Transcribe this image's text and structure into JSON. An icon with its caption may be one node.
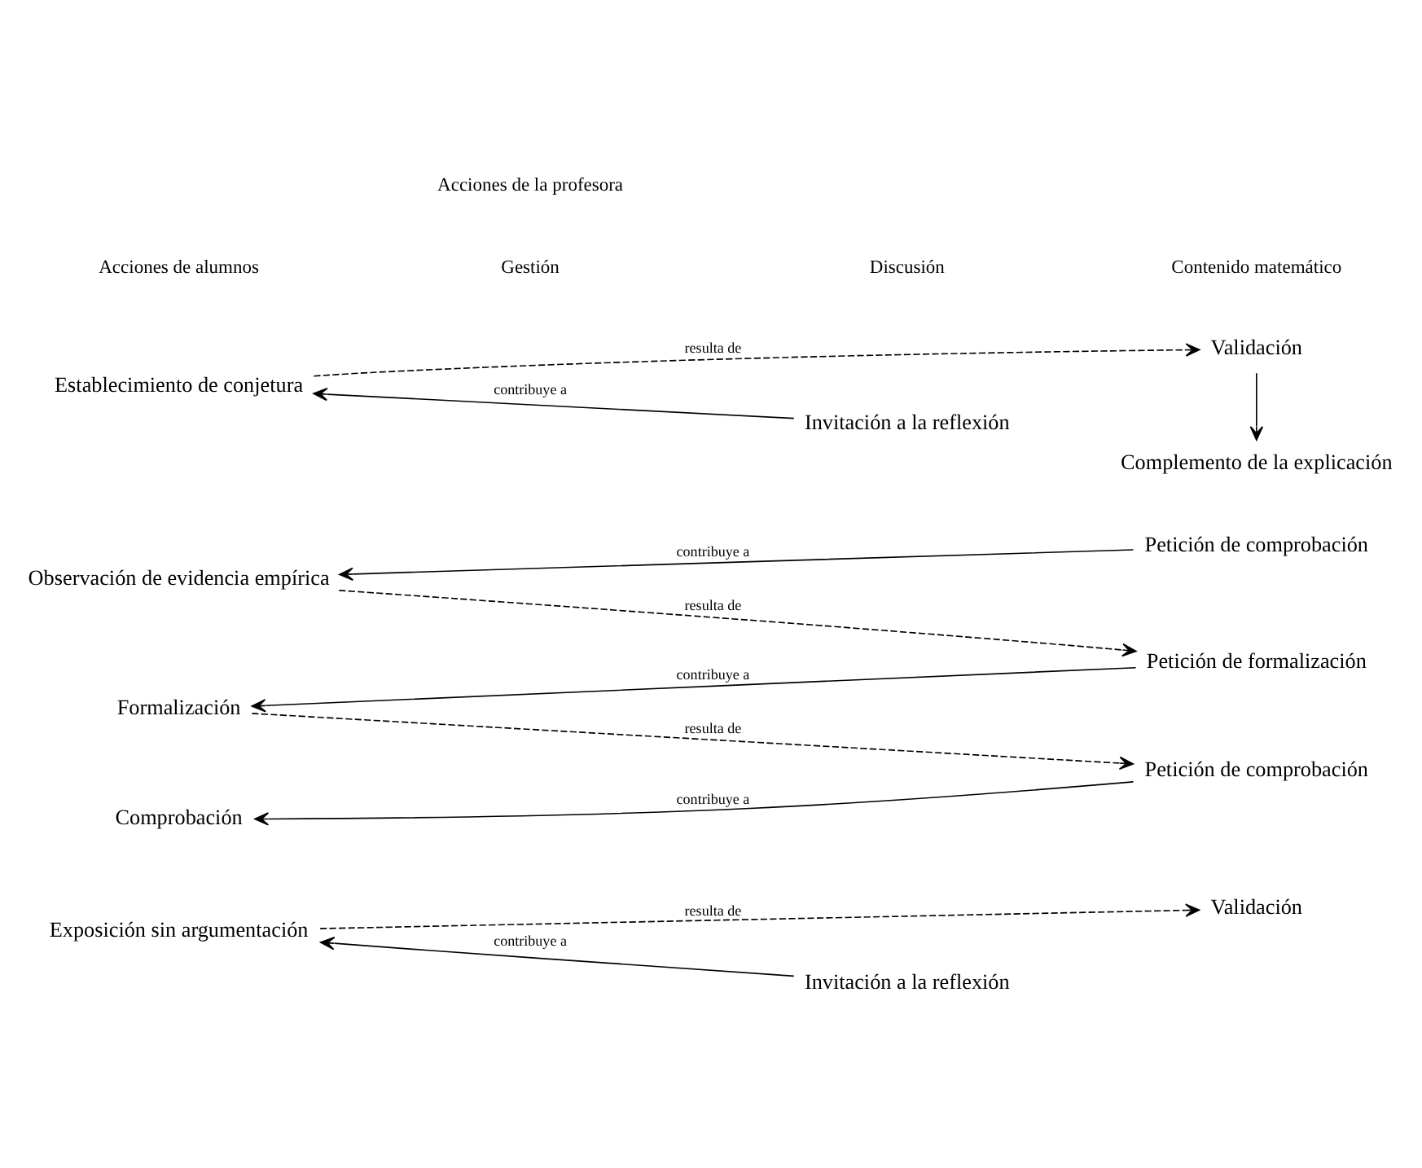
{
  "diagram": {
    "nodes": [
      {
        "text": [
          "Exposición sin argumentación"
        ]
      },
      {
        "text": [
          "Observación de evidencia empírica"
        ]
      },
      {
        "text": [
          "Formalización"
        ]
      },
      {
        "text": [
          "Comprobación"
        ]
      },
      {
        "text": [
          "Establecimiento de conjetura"
        ]
      },
      {
        "text": [
          "Invitación a la reflexión"
        ]
      },
      {
        "text": [
          "Validación"
        ]
      },
      {
        "text": [
          "Petición de comprobación"
        ]
      },
      {
        "text": [
          "Petición de formalización"
        ]
      },
      {
        "text": [
          "Petición de comprobación"
        ]
      },
      {
        "text": [
          "Invitación a la reflexión"
        ]
      },
      {
        "text": [
          "Validación"
        ]
      },
      {
        "text": [
          "Complemento de la explicación"
        ]
      }
    ],
    "edges": [
      {
        "from": 5,
        "to": 0,
        "arrow": "to",
        "label": "contribuye a"
      },
      {
        "from": 0,
        "to": 6,
        "arrow": "to",
        "label": "resulta de",
        "style": "dashed"
      },
      {
        "from": 7,
        "to": 1,
        "arrow": "to",
        "label": "contribuye a"
      },
      {
        "from": 1,
        "to": 8,
        "arrow": "to",
        "label": "resulta de",
        "style": "dashed"
      },
      {
        "from": 8,
        "to": 2,
        "arrow": "to",
        "label": "contribuye a"
      },
      {
        "from": 2,
        "to": 9,
        "arrow": "to",
        "label": "resulta de",
        "style": "dashed"
      },
      {
        "from": 9,
        "to": 3,
        "arrow": "to",
        "label": "contribuye a"
      },
      {
        "from": 10,
        "to": 4,
        "arrow": "to",
        "label": "contribuye a"
      },
      {
        "from": 4,
        "to": 11,
        "arrow": "to",
        "label": "resulta de",
        "style": "dashed"
      },
      {
        "from": 11,
        "to": 12,
        "arrow": "to"
      }
    ],
    "labels": [
      "Acciones de alumnos",
      "Acciones de la profesora",
      "Gestión",
      "Discusión",
      "Contenido matemático"
    ]
  }
}
